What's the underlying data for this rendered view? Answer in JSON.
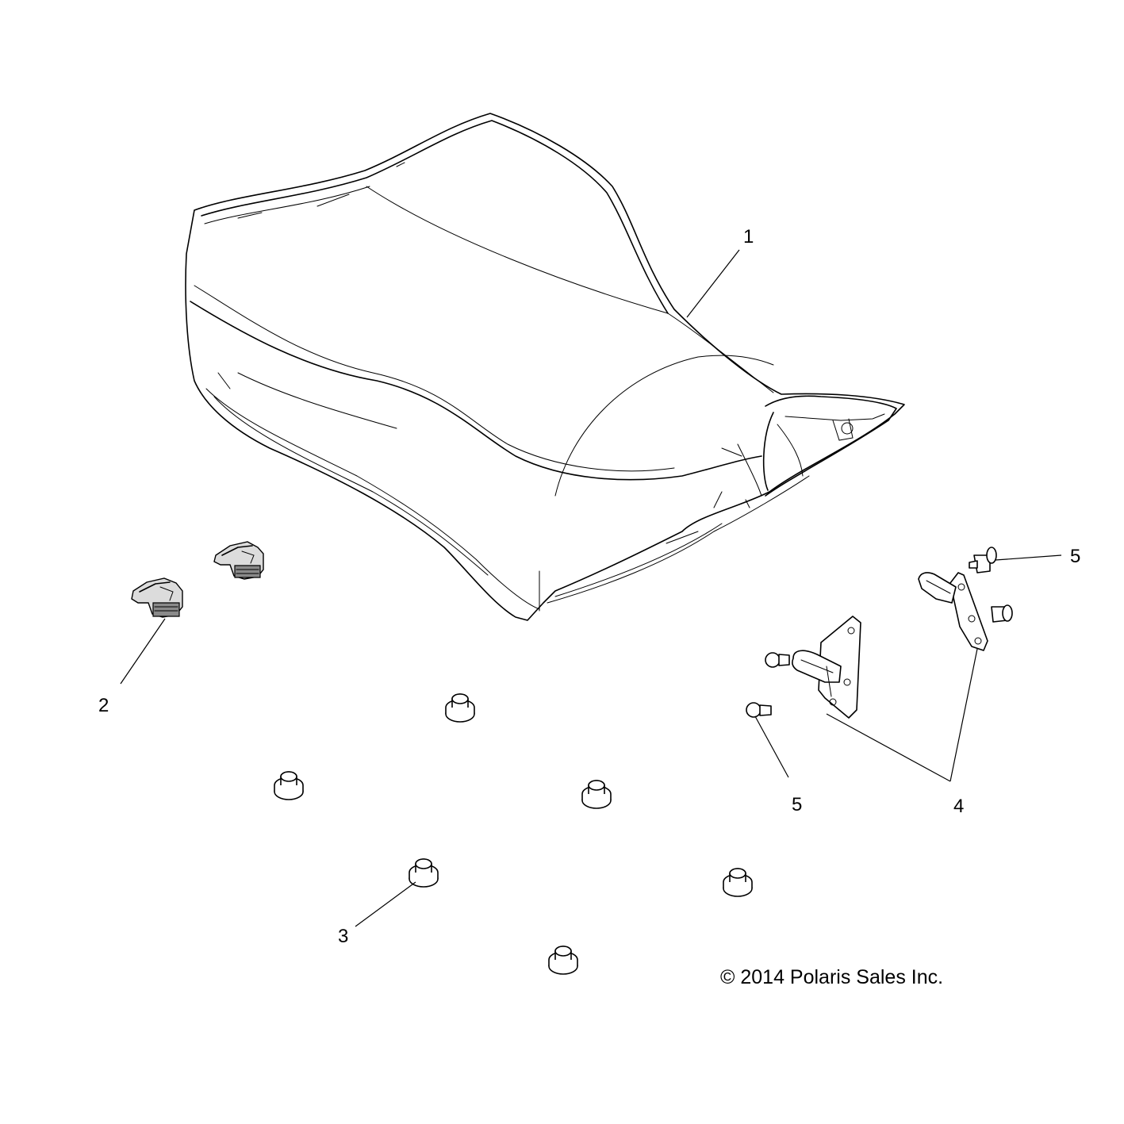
{
  "callouts": {
    "c1": "1",
    "c2": "2",
    "c3": "3",
    "c4": "4",
    "c5a": "5",
    "c5b": "5"
  },
  "copyright": "© 2014 Polaris Sales Inc.",
  "parts": [
    {
      "ref": "1",
      "icon": "seat-assembly-icon"
    },
    {
      "ref": "2",
      "icon": "seat-latch-icon"
    },
    {
      "ref": "3",
      "icon": "rubber-bumper-icon"
    },
    {
      "ref": "4",
      "icon": "seat-hinge-bracket-icon"
    },
    {
      "ref": "5",
      "icon": "rivet-icon"
    }
  ]
}
